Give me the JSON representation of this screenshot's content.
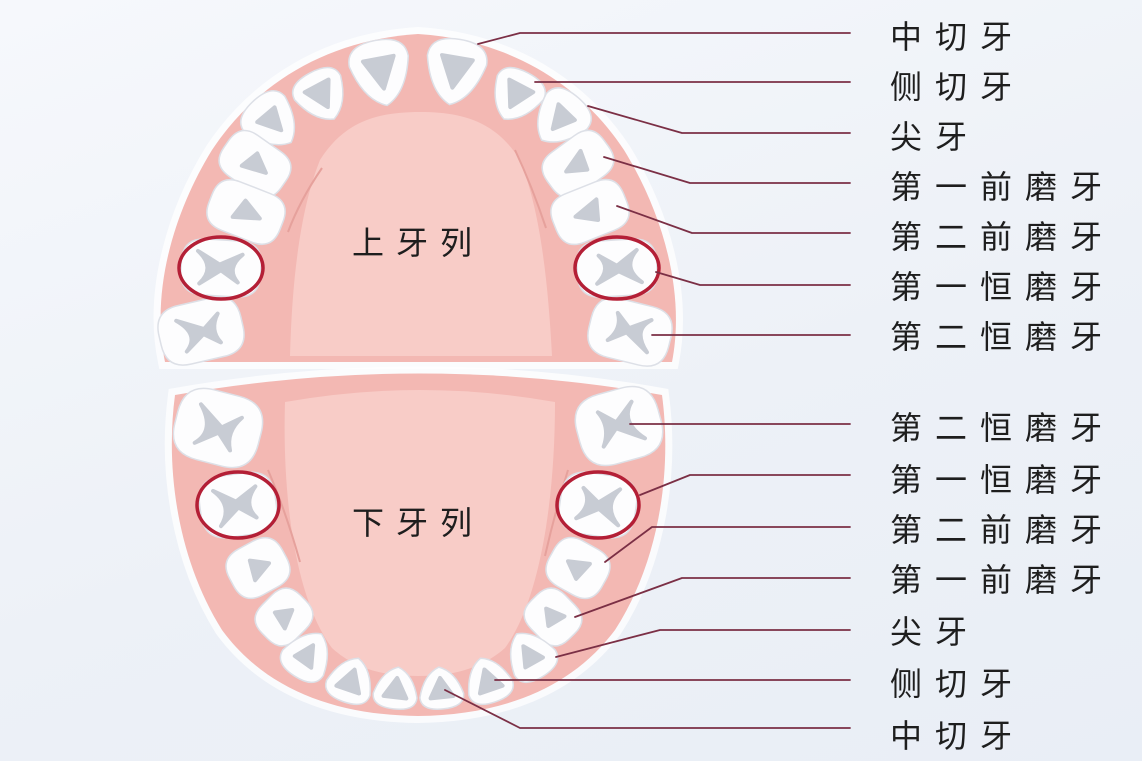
{
  "diagram": {
    "upper_arch_label": "上牙列",
    "lower_arch_label": "下牙列"
  },
  "upper_labels": [
    "中切牙",
    "侧切牙",
    "尖牙",
    "第一前磨牙",
    "第二前磨牙",
    "第一恒磨牙",
    "第二恒磨牙"
  ],
  "lower_labels": [
    "第二恒磨牙",
    "第一恒磨牙",
    "第二前磨牙",
    "第一前磨牙",
    "尖牙",
    "侧切牙",
    "中切牙"
  ],
  "colors": {
    "gum": "#f3b8b3",
    "palate": "#f8ccc7",
    "tooth": "#fdfdfe",
    "tooth_detail": "#c8ccd4",
    "ring": "#b41f36",
    "leader": "#7b2f45",
    "label": "#1e1e1e"
  }
}
